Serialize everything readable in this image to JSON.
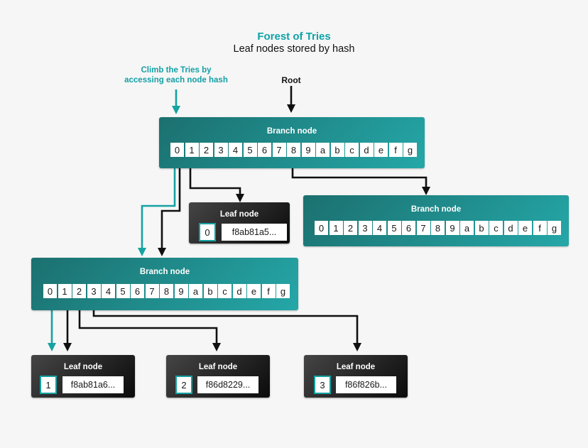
{
  "title": "Forest of Tries",
  "subtitle": "Leaf nodes stored by hash",
  "annotations": {
    "climb_line1": "Climb the Tries by",
    "climb_line2": "accessing each node hash",
    "root_label": "Root"
  },
  "branch_cells": [
    "0",
    "1",
    "2",
    "3",
    "4",
    "5",
    "6",
    "7",
    "8",
    "9",
    "a",
    "b",
    "c",
    "d",
    "e",
    "f",
    "g"
  ],
  "nodes": {
    "branch_top": {
      "label": "Branch node"
    },
    "branch_right": {
      "label": "Branch node"
    },
    "branch_left": {
      "label": "Branch node"
    },
    "leaf_0": {
      "label": "Leaf node",
      "index": "0",
      "hash": "f8ab81a5..."
    },
    "leaf_1": {
      "label": "Leaf node",
      "index": "1",
      "hash": "f8ab81a6..."
    },
    "leaf_2": {
      "label": "Leaf node",
      "index": "2",
      "hash": "f86d8229..."
    },
    "leaf_3": {
      "label": "Leaf node",
      "index": "3",
      "hash": "f86f826b..."
    }
  },
  "colors": {
    "accent_teal": "#14a1a1",
    "title_teal": "#0da2a8",
    "branch_gradient_start": "#1b706f",
    "branch_gradient_end": "#25a7a8",
    "leaf_gradient_start": "#454545",
    "leaf_gradient_end": "#0b0b0b",
    "arrow_black": "#101010",
    "background": "#f6f6f6"
  }
}
